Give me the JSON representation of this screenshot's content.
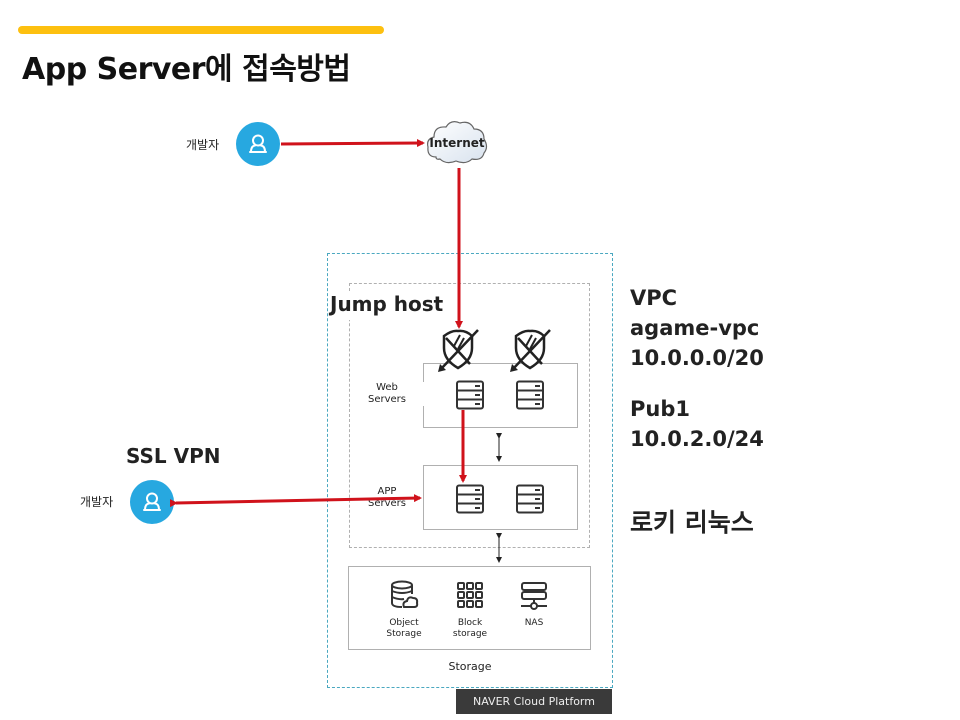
{
  "header": {
    "title": "App Server에 접속방법"
  },
  "top_user": {
    "label": "개발자",
    "icon": "user-icon"
  },
  "internet": {
    "label": "Internet",
    "icon": "cloud-icon"
  },
  "vpc_diagram": {
    "jump_host_label": "Jump host",
    "web_servers_label_line1": "Web",
    "web_servers_label_line2": "Servers",
    "app_servers_label_line1": "APP",
    "app_servers_label_line2": "Servers",
    "storage_caption": "Storage",
    "storage_items": [
      {
        "label_line1": "Object",
        "label_line2": "Storage",
        "icon": "object-storage-icon"
      },
      {
        "label_line1": "Block",
        "label_line2": "storage",
        "icon": "block-storage-icon"
      },
      {
        "label_line1": "NAS",
        "label_line2": "",
        "icon": "nas-icon"
      }
    ],
    "security_group_icons": [
      "acg-shield-icon",
      "acg-shield-icon"
    ],
    "server_icon": "server-icon"
  },
  "ssl_vpn": {
    "label": "SSL VPN",
    "user_label": "개발자"
  },
  "info": {
    "vpc_title": "VPC",
    "vpc_name": "agame-vpc",
    "vpc_cidr": "10.0.0.0/20",
    "subnet_name": "Pub1",
    "subnet_cidr": "10.0.2.0/24",
    "os": "로키 리눅스"
  },
  "footer": {
    "label": "NAVER Cloud Platform"
  },
  "colors": {
    "accent_bar": "#FDC010",
    "user_circle": "#27a8e0",
    "connection_arrow": "#d0121b",
    "vpc_border": "#4aa8c0",
    "footer_bg": "#3a3a3a"
  }
}
